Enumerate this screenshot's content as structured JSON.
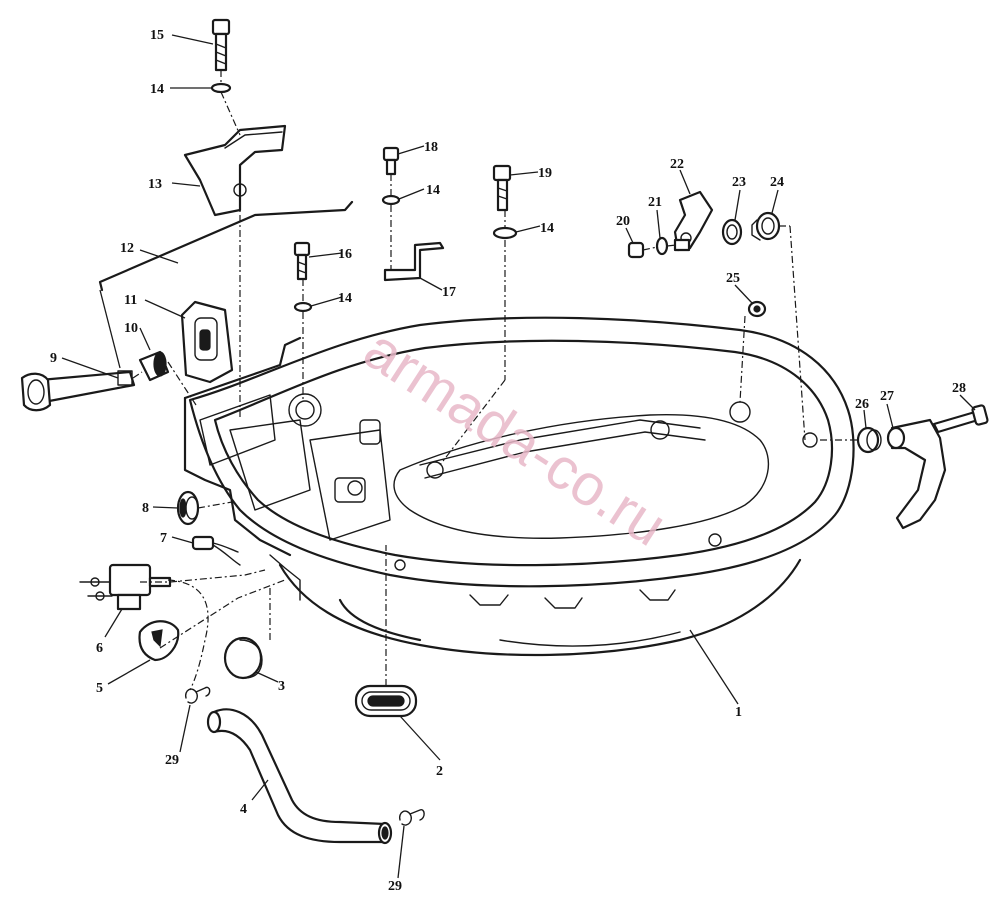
{
  "watermark": "armada-co.ru",
  "callouts": {
    "c1": "1",
    "c2": "2",
    "c3": "3",
    "c4": "4",
    "c5": "5",
    "c6": "6",
    "c7": "7",
    "c8": "8",
    "c9": "9",
    "c10": "10",
    "c11": "11",
    "c12": "12",
    "c13": "13",
    "c14a": "14",
    "c14b": "14",
    "c14c": "14",
    "c14d": "14",
    "c15": "15",
    "c16": "16",
    "c17": "17",
    "c18": "18",
    "c19": "19",
    "c20": "20",
    "c21": "21",
    "c22": "22",
    "c23": "23",
    "c24": "24",
    "c25": "25",
    "c26": "26",
    "c27": "27",
    "c28": "28",
    "c29a": "29",
    "c29b": "29"
  }
}
